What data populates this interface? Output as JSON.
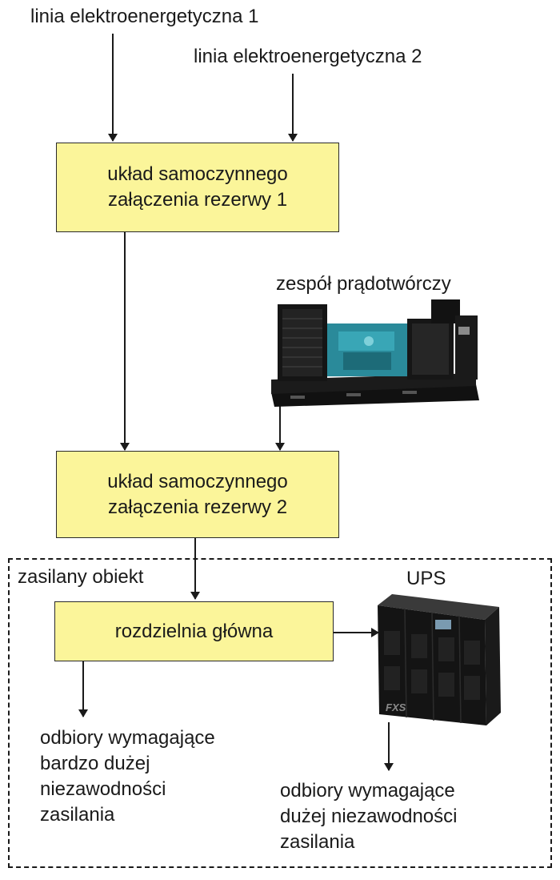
{
  "inputs": {
    "line1": "linia elektroenergetyczna 1",
    "line2": "linia elektroenergetyczna 2"
  },
  "boxes": {
    "transfer1": "układ samoczynnego\nzałączenia rezerwy 1",
    "transfer2": "układ samoczynnego\nzałączenia rezerwy 2",
    "main_switchboard": "rozdzielnia główna"
  },
  "generator": {
    "label": "zespół prądotwórczy",
    "icon": "generator-set-icon"
  },
  "ups": {
    "label": "UPS",
    "brand": "FXS",
    "icon": "ups-cabinet-icon"
  },
  "site": {
    "label": "zasilany obiekt"
  },
  "loads": {
    "critical": "odbiory wymagające\nbardzo dużej\nniezawodności\nzasilania",
    "high": "odbiory wymagające\ndużej niezawodności\nzasilania"
  },
  "colors": {
    "box_fill": "#fbf59a",
    "line": "#1a1a1a",
    "generator_engine": "#2a8a9a"
  }
}
